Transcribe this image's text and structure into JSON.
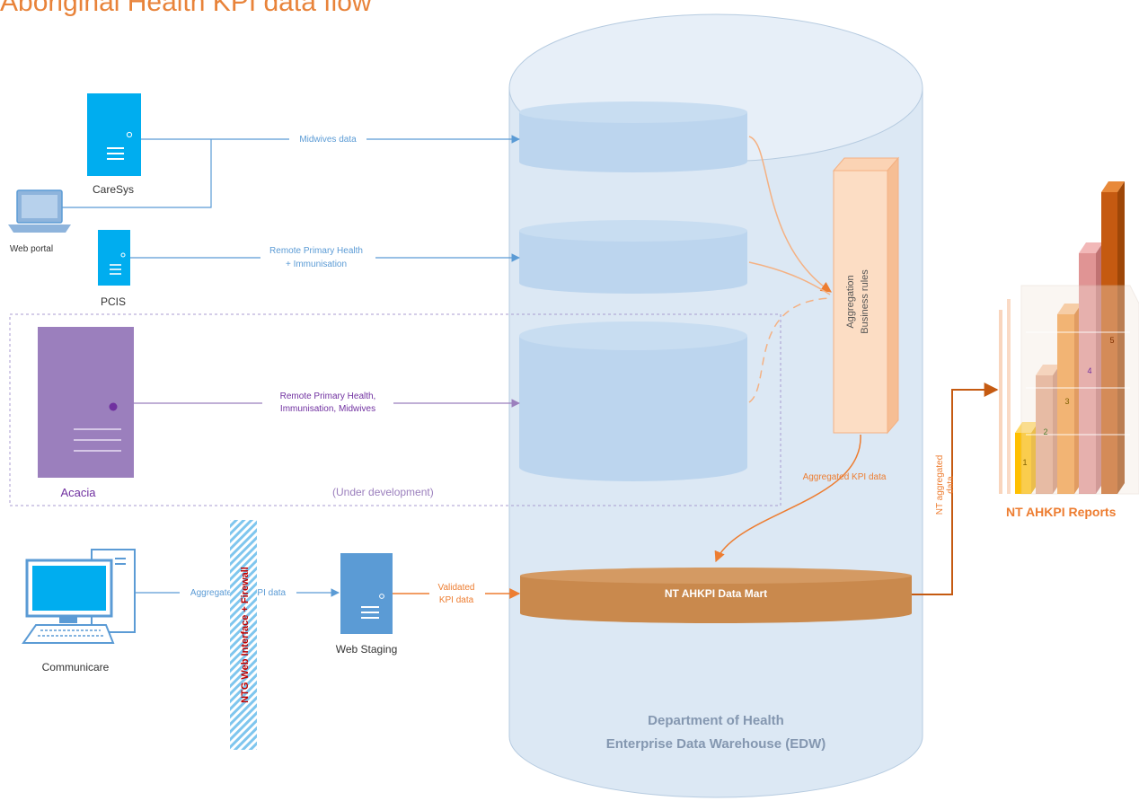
{
  "title": "Aboriginal Health KPI data flow",
  "sources": {
    "caresys": "CareSys",
    "web_portal": "Web portal",
    "pcis": "PCIS",
    "acacia": "Acacia",
    "communicare": "Communicare",
    "web_staging": "Web Staging"
  },
  "flows": {
    "midwives": "Midwives data",
    "pcis_line1": "Remote Primary Health",
    "pcis_line2": "+ Immunisation",
    "acacia_line1": "Remote Primary Health,",
    "acacia_line2": "Immunisation, Midwives",
    "aggregated_ahkpi": "Aggregated AHKPI data",
    "validated_line1": "Validated",
    "validated_line2": "KPI data",
    "aggregated_kpi": "Aggregated KPI data",
    "nt_aggregated_line1": "NT aggregated",
    "nt_aggregated_line2": "data"
  },
  "under_development": "(Under development)",
  "firewall": "NTG Web Interface + Firewall",
  "aggregation_line1": "Aggregation",
  "aggregation_line2": "Business rules",
  "data_mart": "NT AHKPI Data Mart",
  "edw_line1": "Department of Health",
  "edw_line2": "Enterprise Data Warehouse (EDW)",
  "reports": {
    "title": "NT AHKPI Reports",
    "bars": [
      "1",
      "2",
      "3",
      "4",
      "5"
    ]
  },
  "colors": {
    "title": "#E8833A",
    "blue": "#00ADEF",
    "blue_flow": "#5B9BD5",
    "purple": "#9B7FBD",
    "orange": "#ED7D31",
    "data_mart": "#C9894D",
    "warehouse": "#DCE8F4"
  }
}
